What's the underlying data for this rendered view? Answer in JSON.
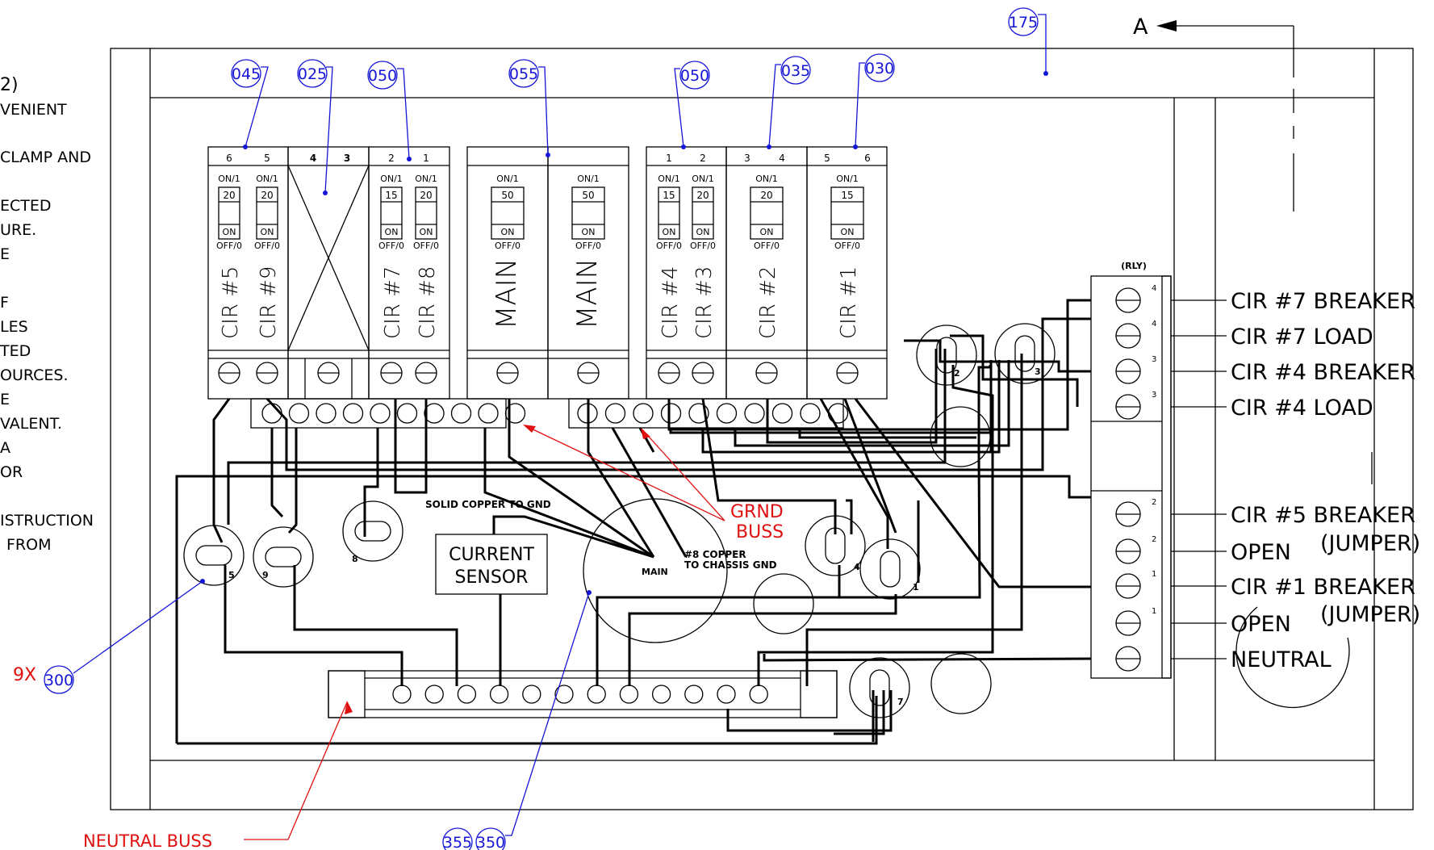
{
  "notes": {
    "left_fragments": [
      "2)",
      "VENIENT",
      "CLAMP  AND",
      "ECTED",
      "URE.",
      "E",
      "F",
      "LES",
      "TED",
      "OURCES.",
      "E",
      "VALENT.",
      "A",
      "OR",
      "ISTRUCTION",
      "FROM"
    ]
  },
  "section_marker": "A",
  "balloons": {
    "b175": "175",
    "b045": "045",
    "b025": "025",
    "b050a": "050",
    "b055": "055",
    "b050b": "050",
    "b035": "035",
    "b030": "030",
    "b300": "300",
    "b355": "355",
    "b350": "350"
  },
  "qty_300": "9X",
  "breakers": {
    "header_nums": [
      "6",
      "5",
      "4",
      "3",
      "2",
      "1",
      "1",
      "2",
      "3",
      "4",
      "5",
      "6"
    ],
    "on1": "ON/1",
    "off0": "OFF/0",
    "on": "ON",
    "ratings": {
      "cir5": "20",
      "cir9": "20",
      "cir7": "15",
      "cir8": "20",
      "main1": "50",
      "main2": "50",
      "cir4": "15",
      "cir3": "20",
      "cir2": "20",
      "cir1": "15"
    },
    "labels": {
      "cir5": "CIR  #5",
      "cir9": "CIR  #9",
      "cir7": "CIR  #7",
      "cir8": "CIR  #8",
      "main1": "MAIN",
      "main2": "MAIN",
      "cir4": "CIR  #4",
      "cir3": "CIR  #3",
      "cir2": "CIR  #2",
      "cir1": "CIR  #1"
    }
  },
  "relay": {
    "title": "(RLY)",
    "terminal_nums": [
      "4",
      "4",
      "3",
      "3",
      "2",
      "2",
      "1",
      "1"
    ]
  },
  "relay_labels": {
    "r1": "CIR  #7  BREAKER",
    "r2": "CIR  #7  LOAD",
    "r3": "CIR  #4  BREAKER",
    "r4": "CIR  #4  LOAD",
    "r5": "CIR  #5  BREAKER",
    "r5b": "(JUMPER)",
    "r6": "OPEN",
    "r7": "CIR  #1  BREAKER",
    "r7b": "(JUMPER)",
    "r8": "OPEN",
    "r9": "NEUTRAL"
  },
  "annotations": {
    "solid_copper": "SOLID COPPER TO GND",
    "current_sensor_1": "CURRENT",
    "current_sensor_2": "SENSOR",
    "main": "MAIN",
    "copper8_1": "#8 COPPER",
    "copper8_2": "TO CHASSIS GND",
    "grnd_buss_1": "GRND",
    "grnd_buss_2": "BUSS",
    "neutral_buss": "NEUTRAL  BUSS"
  },
  "ct_numbers": {
    "ct5": "5",
    "ct9": "9",
    "ct8": "8",
    "ct4": "4",
    "ct1": "1",
    "ct2": "2",
    "ct3": "3",
    "ct7": "7"
  },
  "colors": {
    "balloon": "#1515d8",
    "callout": "#e01010",
    "line": "#000000"
  }
}
